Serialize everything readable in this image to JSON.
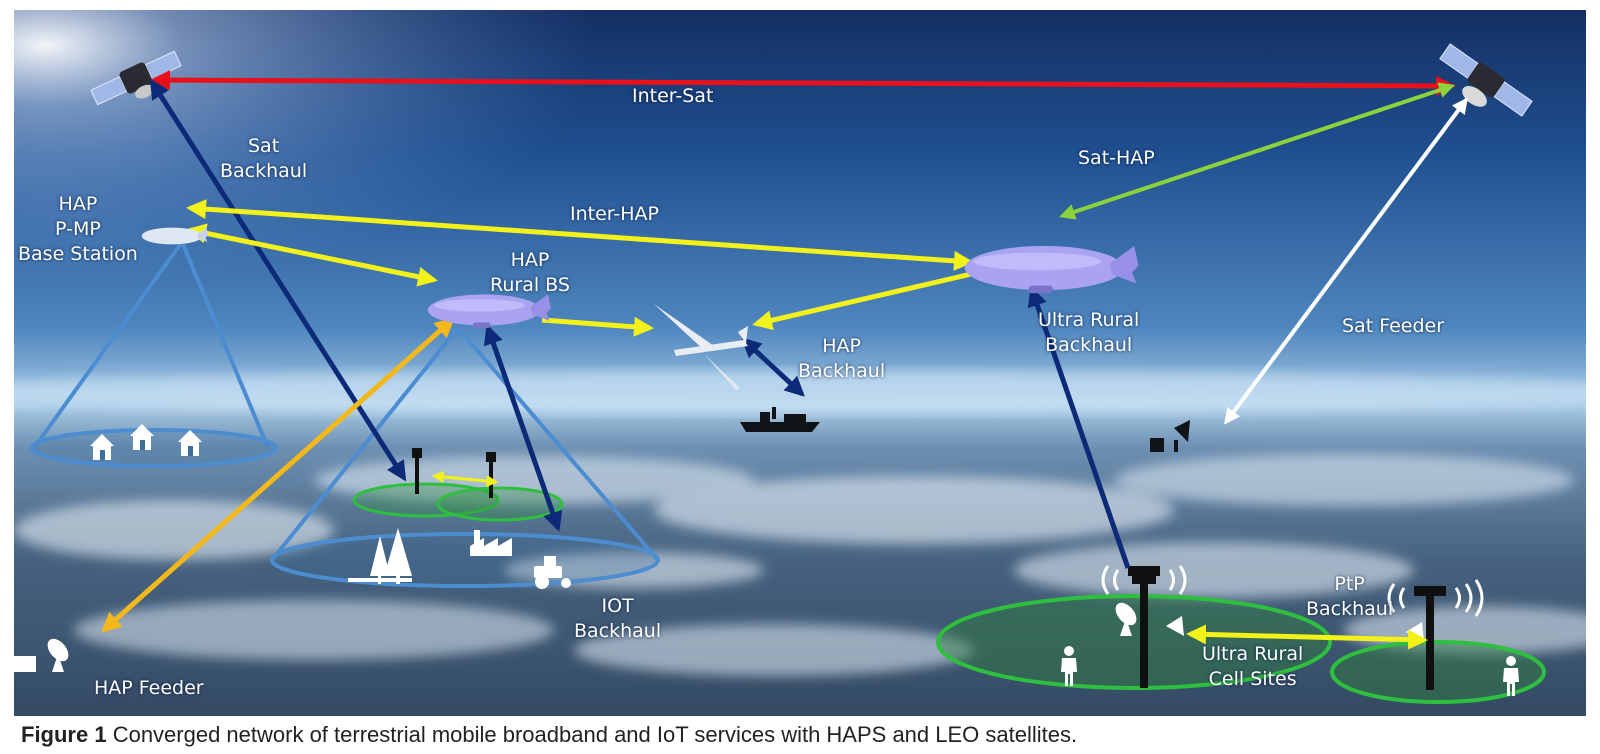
{
  "labels": {
    "inter_sat": "Inter-Sat",
    "sat_backhaul": "Sat\nBackhaul",
    "sat_hap": "Sat-HAP",
    "inter_hap": "Inter-HAP",
    "hap_pmp": "HAP\nP-MP\nBase Station",
    "hap_rural_bs": "HAP\nRural BS",
    "hap_backhaul": "HAP\nBackhaul",
    "ultra_rural_backhaul": "Ultra Rural\nBackhaul",
    "sat_feeder": "Sat Feeder",
    "iot_backhaul": "IOT\nBackhaul",
    "ptp_backhaul": "PtP\nBackhaul",
    "ultra_rural_cell_sites": "Ultra Rural\nCell Sites",
    "hap_feeder": "HAP Feeder"
  },
  "caption": {
    "label": "Figure 1",
    "text": " Converged network of terrestrial mobile broadband and IoT services with HAPS and LEO satellites."
  },
  "colors": {
    "inter_sat_link": "#e8101a",
    "hap_link": "#f2f21a",
    "sat_hap_link": "#8cd23c",
    "backhaul_link": "#0d2a78",
    "feeder_link": "#ffffff",
    "hap_feeder_link": "#f2b81c",
    "coverage_blue": "#4c8cd0",
    "coverage_green": "#2fbf3f",
    "airship": "#a9a3f0"
  }
}
